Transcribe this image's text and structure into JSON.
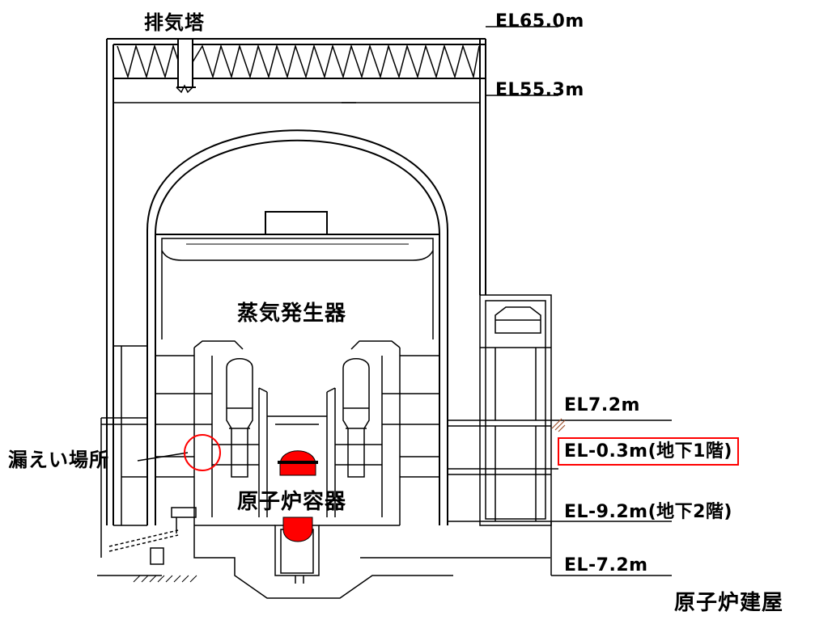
{
  "labels": {
    "exhaust_stack": "排気塔",
    "steam_generator": "蒸気発生器",
    "reactor_vessel": "原子炉容器",
    "leak_location": "漏えい場所",
    "reactor_building": "原子炉建屋"
  },
  "elevations": {
    "el_65": "EL65.0m",
    "el_55": "EL55.3m",
    "el_7_2": "EL7.2m",
    "el_m0_3": "EL-0.3m(地下1階)",
    "el_m9_2": "EL-9.2m(地下2階)",
    "el_m7_2": "EL-7.2m"
  },
  "colors": {
    "line": "#000000",
    "vessel": "#ff0000",
    "highlight_box": "#ff0000",
    "leak_circle": "#ff0000",
    "hatch": "#a0522d"
  }
}
